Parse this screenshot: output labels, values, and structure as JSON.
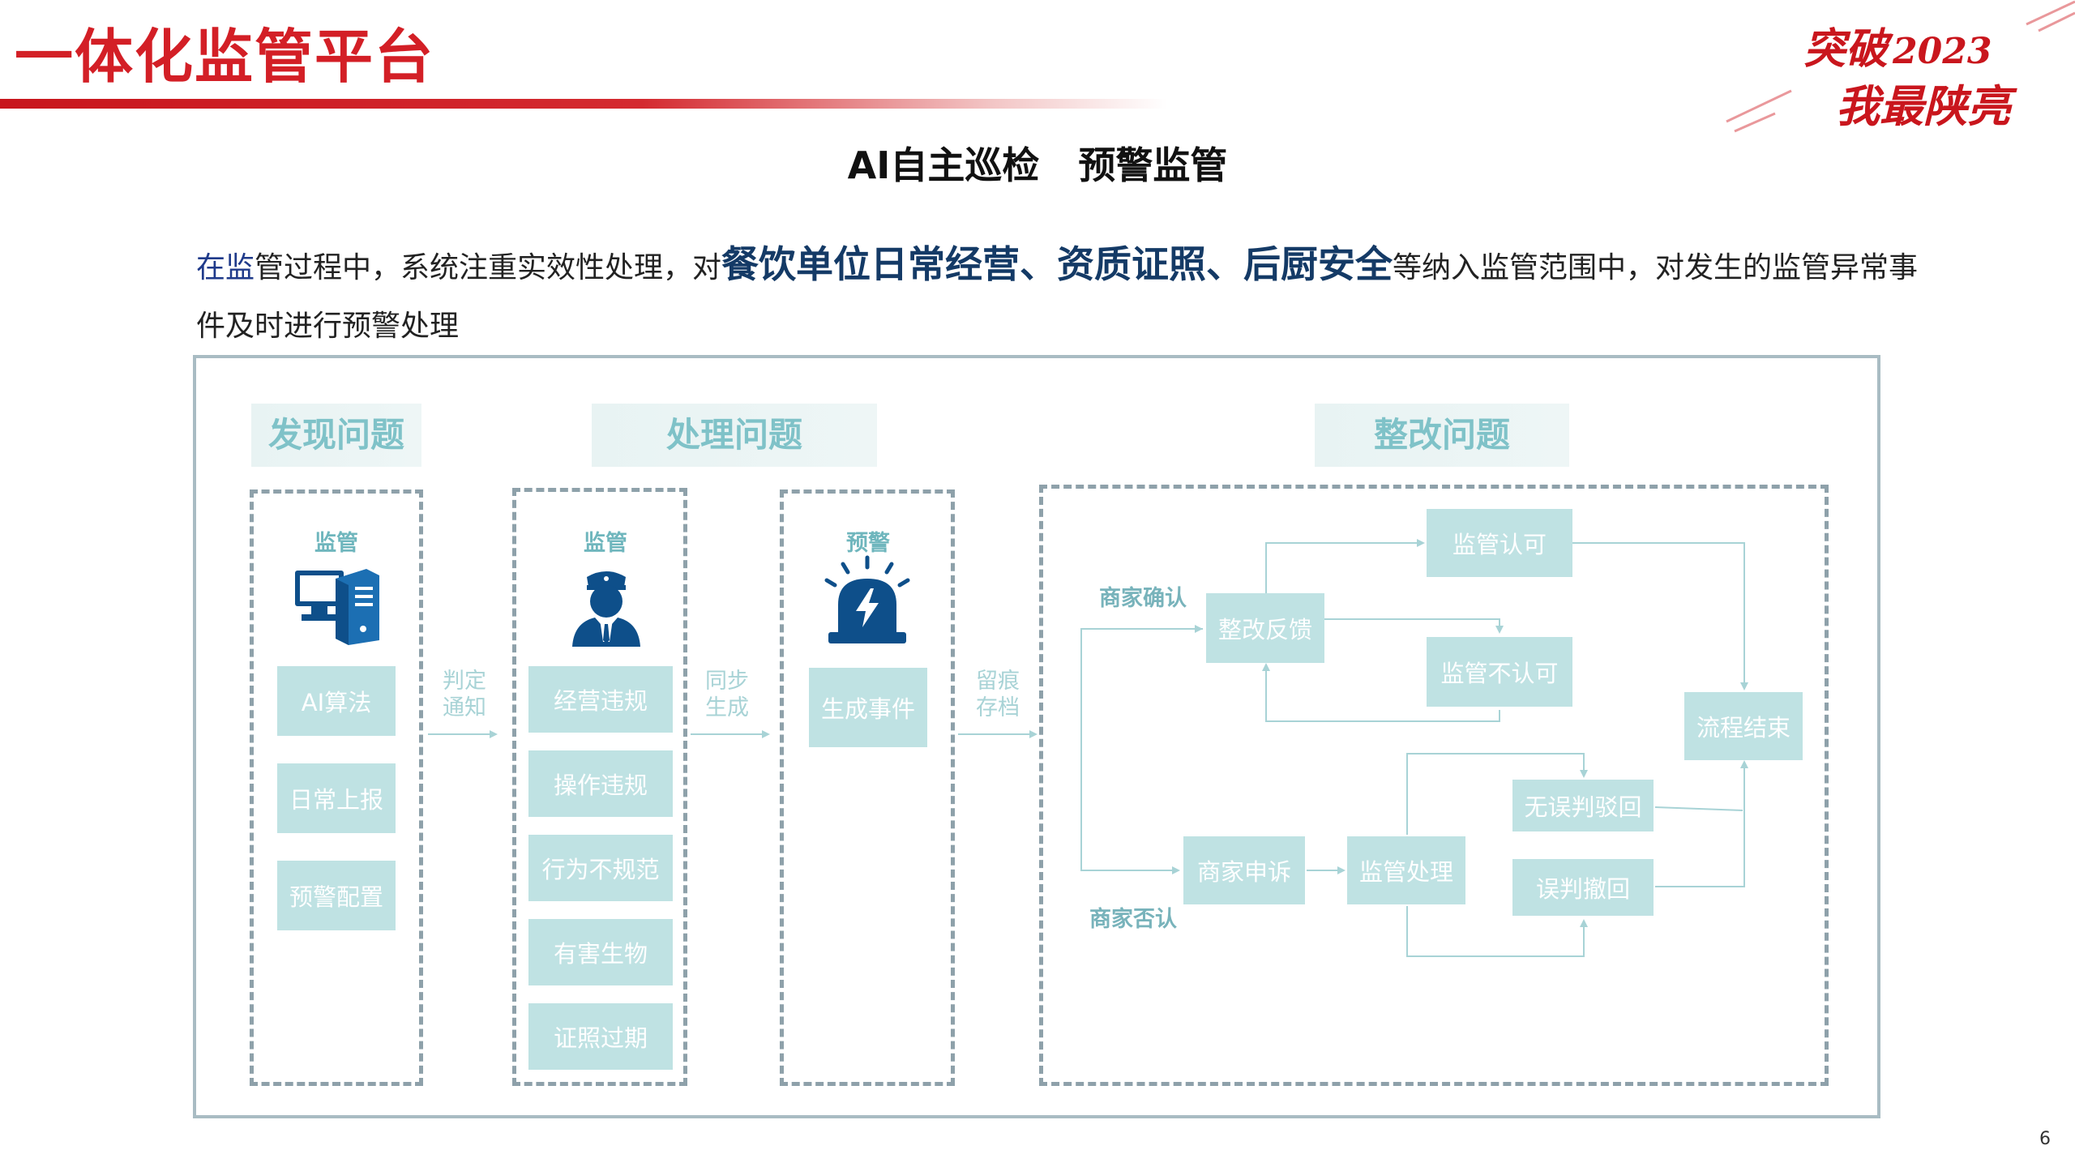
{
  "header": {
    "title": "一体化监管平台",
    "logo_text_line1": "突破2023",
    "logo_text_line2": "我最陕亮"
  },
  "subtitle": "AI自主巡检   预警监管",
  "intro": {
    "part1": "在监",
    "part2": "管过程中，系统注重实效性处理，对",
    "highlight": "餐饮单位日常经营、资质证照、后厨安全",
    "part3": "等纳入监管范围中，对发生的监管异常事件及时进行预警处理"
  },
  "sections": {
    "discover": "发现问题",
    "handle": "处理问题",
    "rectify": "整改问题"
  },
  "discover": {
    "label": "监管",
    "icon": "computer-icon",
    "items": [
      "AI算法",
      "日常上报",
      "预警配置"
    ]
  },
  "connector1": {
    "line1": "判定",
    "line2": "通知"
  },
  "handle": {
    "label": "监管",
    "icon": "police-officer-icon",
    "items": [
      "经营违规",
      "操作违规",
      "行为不规范",
      "有害生物",
      "证照过期"
    ]
  },
  "connector2": {
    "line1": "同步",
    "line2": "生成"
  },
  "warning": {
    "label": "预警",
    "icon": "alarm-light-icon",
    "item": "生成事件"
  },
  "connector3": {
    "line1": "留痕",
    "line2": "存档"
  },
  "rectify": {
    "merchant_confirm": "商家确认",
    "merchant_deny": "商家否认",
    "feedback": "整改反馈",
    "approved": "监管认可",
    "not_approved": "监管不认可",
    "end": "流程结束",
    "appeal": "商家申诉",
    "supervise": "监管处理",
    "no_error": "无误判驳回",
    "error_revoke": "误判撤回"
  },
  "colors": {
    "brand_red": "#d31f26",
    "box_fill": "#bfe2e3",
    "accent_teal": "#7fc2c8",
    "dashed_border": "#8ea1aa"
  },
  "page_number": "6"
}
